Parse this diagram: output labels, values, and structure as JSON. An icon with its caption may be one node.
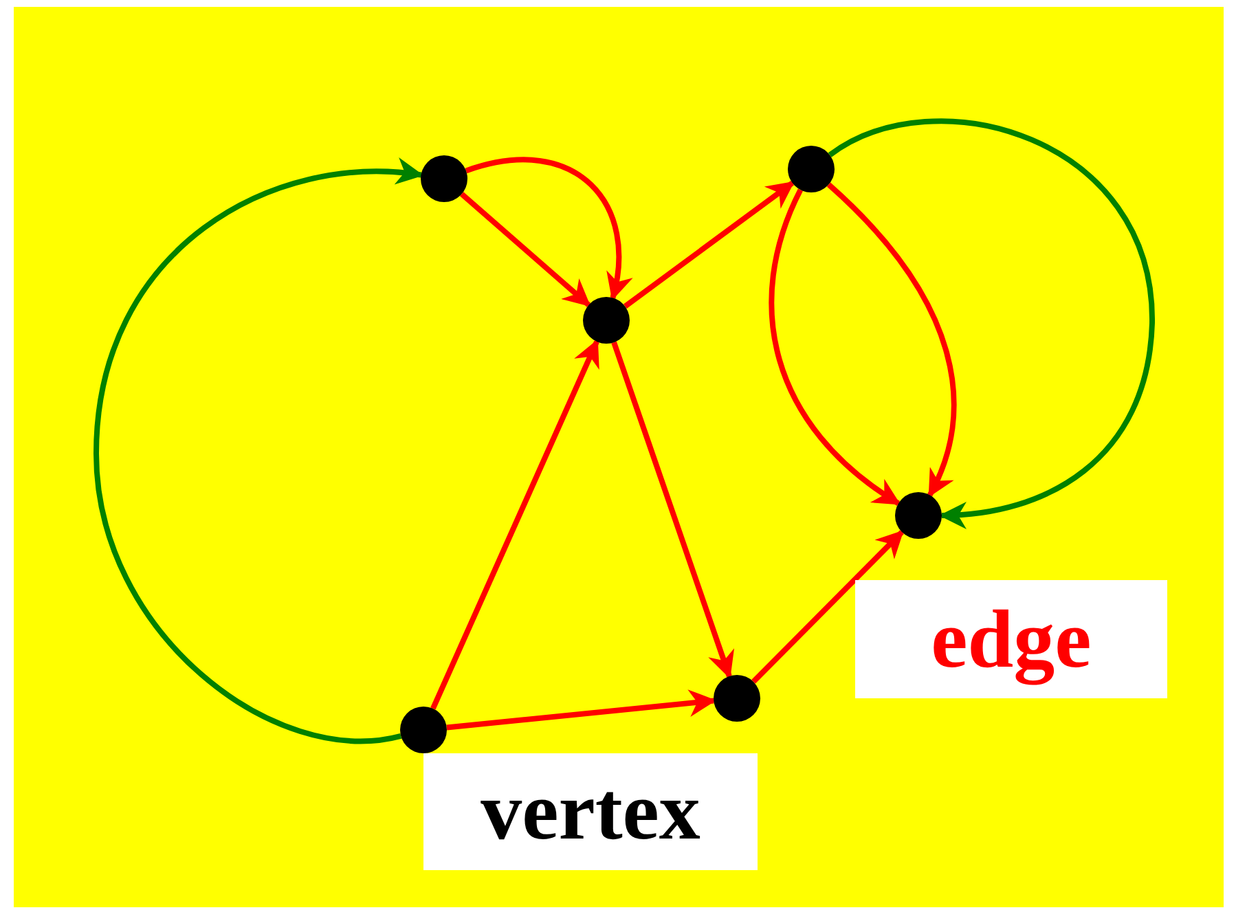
{
  "diagram": {
    "nodes": [
      {
        "text": [],
        "shape": "circle"
      },
      {
        "text": [],
        "shape": "circle"
      },
      {
        "text": [],
        "shape": "circle"
      },
      {
        "text": [],
        "shape": "circle"
      },
      {
        "text": [],
        "shape": "circle"
      },
      {
        "text": [],
        "shape": "circle"
      }
    ],
    "edges": [
      {
        "from": 0,
        "to": 1,
        "arrow": "to",
        "color": "#008000"
      },
      {
        "from": 1,
        "to": 2,
        "arrow": "to"
      },
      {
        "from": 1,
        "to": 2,
        "arrow": "to"
      },
      {
        "from": 0,
        "to": 2,
        "arrow": "to"
      },
      {
        "from": 2,
        "to": 3,
        "arrow": "to"
      },
      {
        "from": 0,
        "to": 3,
        "arrow": "to"
      },
      {
        "from": 2,
        "to": 4,
        "arrow": "to"
      },
      {
        "from": 3,
        "to": 5,
        "arrow": "to"
      },
      {
        "from": 4,
        "to": 5,
        "arrow": "to"
      },
      {
        "from": 4,
        "to": 5,
        "arrow": "to"
      },
      {
        "from": 4,
        "to": 5,
        "arrow": "to",
        "color": "#008000"
      }
    ],
    "labels": [
      "vertex",
      "edge"
    ]
  }
}
